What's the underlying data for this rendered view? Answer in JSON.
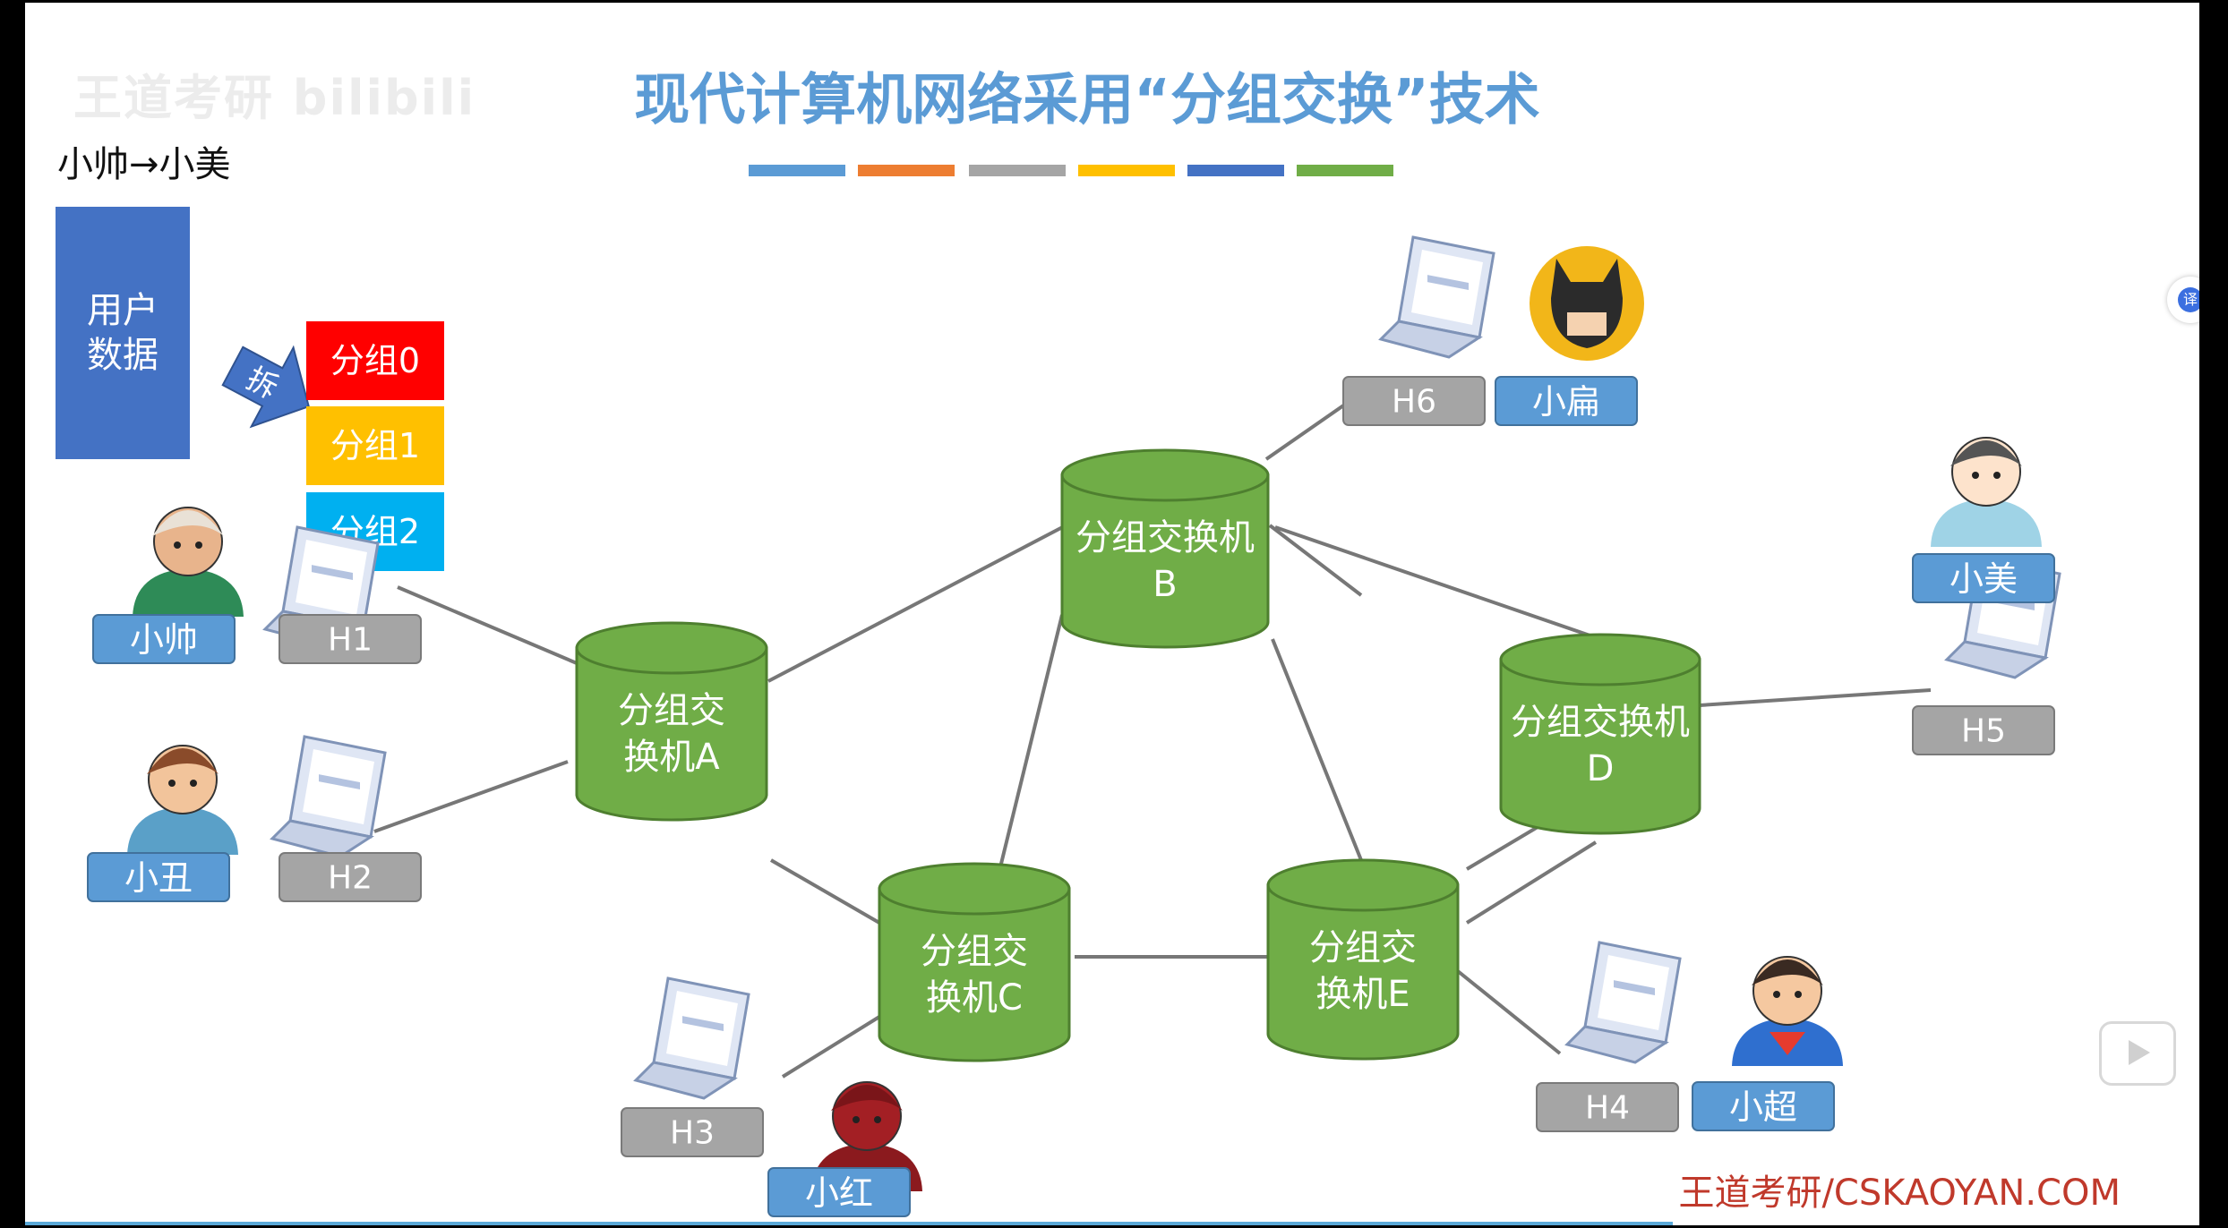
{
  "title": "现代计算机网络采用“分组交换”技术",
  "header_label": "小帅→小美",
  "watermark": "王道考研 bilibili",
  "user_data": "用户数据",
  "split_label": "拆",
  "packets": [
    {
      "label": "分组0",
      "color": "#ff0000"
    },
    {
      "label": "分组1",
      "color": "#ffc000"
    },
    {
      "label": "分组2",
      "color": "#00b0f0"
    }
  ],
  "color_bars": [
    "#5b9bd5",
    "#ed7d31",
    "#a5a5a5",
    "#ffc000",
    "#4472c4",
    "#70ad47"
  ],
  "switches": [
    {
      "id": "A",
      "label": "分组交换机A"
    },
    {
      "id": "B",
      "label": "分组交换机B"
    },
    {
      "id": "C",
      "label": "分组交换机C"
    },
    {
      "id": "D",
      "label": "分组交换机D"
    },
    {
      "id": "E",
      "label": "分组交换机E"
    }
  ],
  "hosts": [
    "H1",
    "H2",
    "H3",
    "H4",
    "H5",
    "H6"
  ],
  "users": [
    "小帅",
    "小丑",
    "小红",
    "小超",
    "小美",
    "小扁"
  ],
  "footer": "王道考研/CSKAOYAN.COM",
  "colors": {
    "title": "#5b9bd5",
    "switch_fill": "#70ad47",
    "switch_stroke": "#4e7f2f",
    "host_fill": "#a5a5a5",
    "user_fill": "#5b9bd5",
    "footer": "#c0392b",
    "user_data_fill": "#4472c4"
  }
}
